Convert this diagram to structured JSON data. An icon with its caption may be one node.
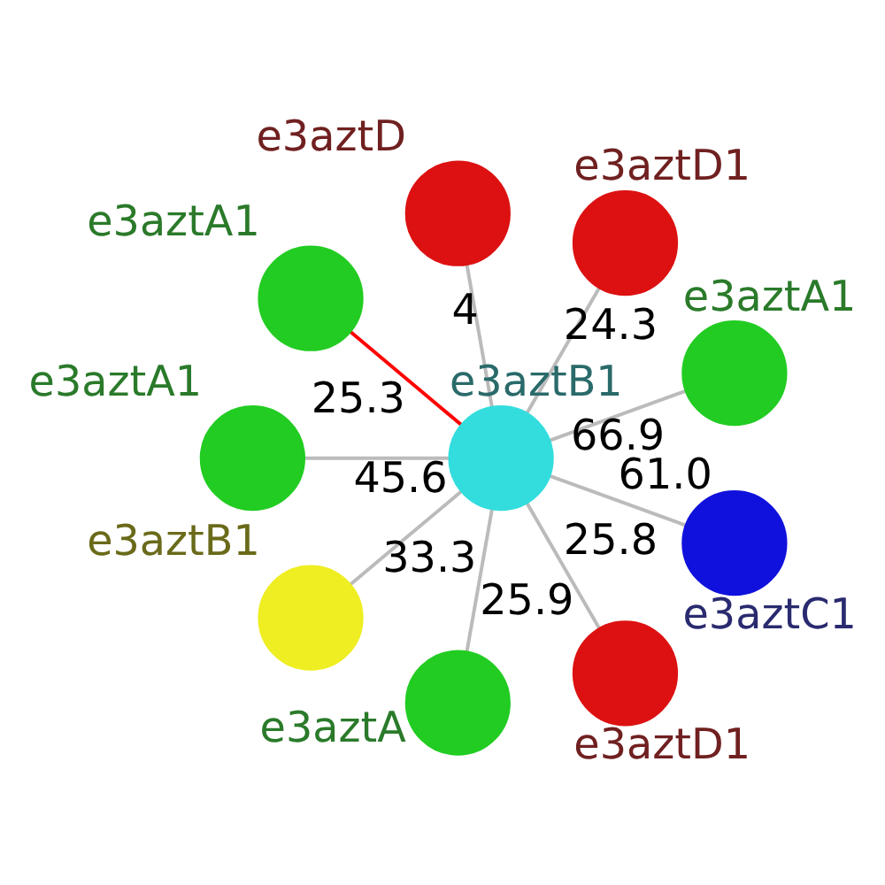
{
  "diagram": {
    "nodes": [
      {
        "text": [],
        "shape": "circle",
        "beside": [
          "e3aztA1"
        ]
      },
      {
        "text": [],
        "shape": "circle",
        "beside": [
          "e3aztD1"
        ]
      },
      {
        "text": [],
        "shape": "circle",
        "beside": [
          "e3aztB1"
        ]
      },
      {
        "text": [],
        "shape": "circle",
        "beside": [
          "e3aztD"
        ]
      },
      {
        "text": [],
        "shape": "circle",
        "beside": [
          "e3aztA1"
        ]
      },
      {
        "text": [],
        "shape": "circle",
        "beside": [
          "e3aztA1"
        ]
      },
      {
        "text": [],
        "shape": "circle",
        "beside": [
          "e3aztB1"
        ]
      },
      {
        "text": [],
        "shape": "circle",
        "beside": [
          "e3aztA"
        ]
      },
      {
        "text": [],
        "shape": "circle",
        "beside": [
          "e3aztD1"
        ]
      },
      {
        "text": [],
        "shape": "circle",
        "beside": [
          "e3aztC1"
        ]
      }
    ],
    "edges": [
      {
        "from": 2,
        "to": 1,
        "arrow": "none",
        "label": "24.3"
      },
      {
        "from": 2,
        "to": 0,
        "arrow": "none",
        "label": "66.9"
      },
      {
        "from": 2,
        "to": 3,
        "arrow": "none",
        "label": "4"
      },
      {
        "from": 2,
        "to": 4,
        "arrow": "none",
        "label": "25.3",
        "color": "#ff0000"
      },
      {
        "from": 2,
        "to": 6,
        "arrow": "none",
        "label": "33.3"
      },
      {
        "from": 2,
        "to": 5,
        "arrow": "none",
        "label": "45.6"
      },
      {
        "from": 2,
        "to": 9,
        "arrow": "none",
        "label": "61.0"
      },
      {
        "from": 2,
        "to": 7,
        "arrow": "none",
        "label": "25.9"
      },
      {
        "from": 2,
        "to": 8,
        "arrow": "none",
        "label": "25.8"
      }
    ]
  }
}
